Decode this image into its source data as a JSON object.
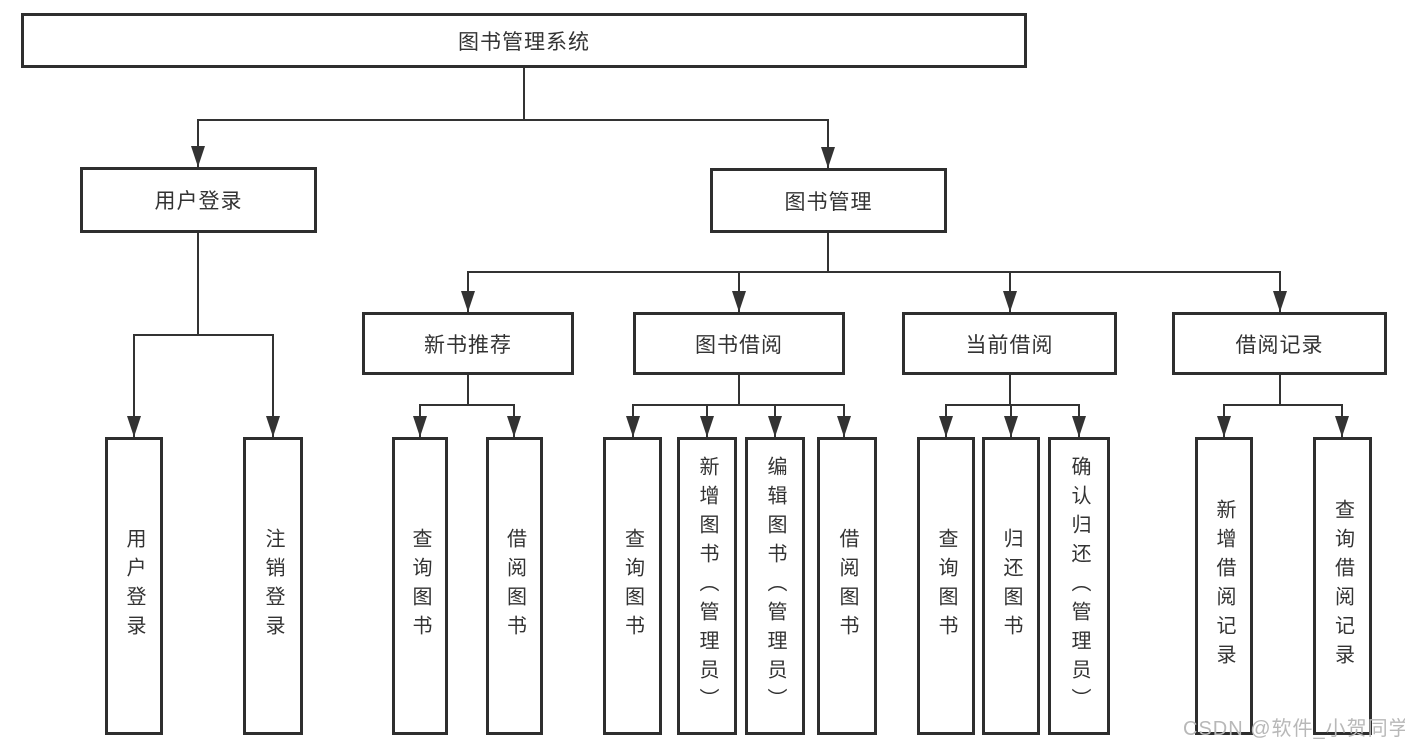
{
  "diagram": {
    "root": {
      "label": "图书管理系统"
    },
    "level2": [
      {
        "label": "用户登录"
      },
      {
        "label": "图书管理"
      }
    ],
    "userLoginChildren": [
      {
        "label": "用户登录"
      },
      {
        "label": "注销登录"
      }
    ],
    "modules": [
      {
        "label": "新书推荐",
        "children": [
          {
            "label": "查询图书"
          },
          {
            "label": "借阅图书"
          }
        ]
      },
      {
        "label": "图书借阅",
        "children": [
          {
            "label": "查询图书"
          },
          {
            "label": "新增图书（管理员）"
          },
          {
            "label": "编辑图书（管理员）"
          },
          {
            "label": "借阅图书"
          }
        ]
      },
      {
        "label": "当前借阅",
        "children": [
          {
            "label": "查询图书"
          },
          {
            "label": "归还图书"
          },
          {
            "label": "确认归还（管理员）"
          }
        ]
      },
      {
        "label": "借阅记录",
        "children": [
          {
            "label": "新增借阅记录"
          },
          {
            "label": "查询借阅记录"
          }
        ]
      }
    ]
  },
  "watermark": {
    "text": "CSDN @软件_小贺同学"
  },
  "colors": {
    "background": "#ffffff",
    "border": "#2e2e2e",
    "line": "#333333",
    "text": "#333333",
    "watermark": "#b8b8b8"
  }
}
